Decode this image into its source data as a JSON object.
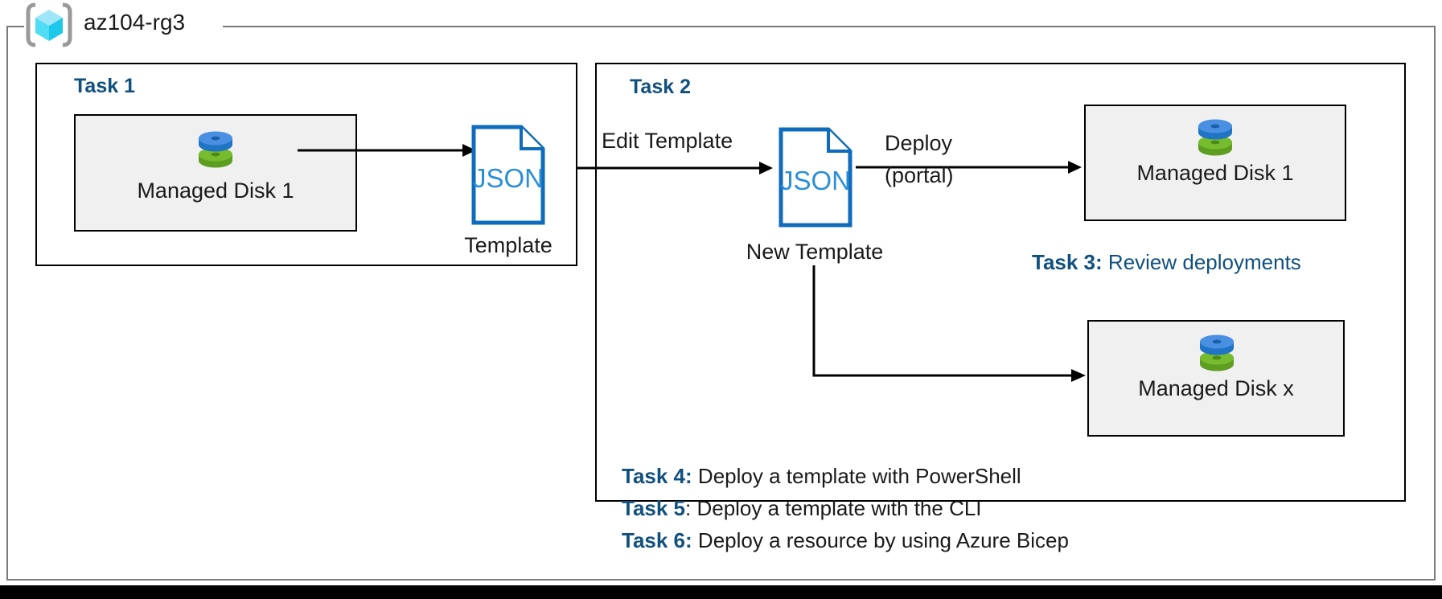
{
  "resource_group": {
    "name": "az104-rg3",
    "icon": "azure-resource-group-icon"
  },
  "groups": [
    {
      "id": "task1",
      "heading": "Task 1"
    },
    {
      "id": "task2",
      "heading": "Task 2"
    }
  ],
  "resources": [
    {
      "id": "disk1",
      "label": "Managed Disk 1",
      "icon": "managed-disk-icon"
    },
    {
      "id": "disk2",
      "label": "Managed Disk 1",
      "icon": "managed-disk-icon"
    },
    {
      "id": "disk3",
      "label": "Managed Disk x",
      "icon": "managed-disk-icon"
    }
  ],
  "documents": [
    {
      "id": "template",
      "doc_type": "JSON",
      "caption": "Template",
      "icon": "json-file-icon"
    },
    {
      "id": "new_template",
      "doc_type": "JSON",
      "caption": "New Template",
      "icon": "json-file-icon"
    }
  ],
  "connectors": {
    "disk_to_template": {
      "label": ""
    },
    "edit_template": {
      "label": "Edit Template"
    },
    "deploy": {
      "label_top": "Deploy",
      "label_bottom": "(portal)"
    },
    "new_template_to_disk_x": {
      "label": ""
    }
  },
  "notes": [
    {
      "id": "task3",
      "tag": "Task 3:",
      "text": " Review deployments",
      "body_color": "blue"
    },
    {
      "id": "task4",
      "tag": "Task 4:",
      "text": " Deploy a template with PowerShell",
      "body_color": "black"
    },
    {
      "id": "task5",
      "tag": "Task 5",
      "text": ": Deploy a template with the CLI",
      "body_color": "black"
    },
    {
      "id": "task6",
      "tag": "Task 6:",
      "text": " Deploy a resource by using Azure Bicep",
      "body_color": "black"
    }
  ],
  "colors": {
    "azure_blue": "#0f6cbd",
    "heading_blue": "#10507f",
    "disk_top": "#4a90e2",
    "disk_bottom": "#72ba2c",
    "resource_fill": "#f0f0f0",
    "outer_border": "#7a7a7a",
    "box_border": "#000000"
  }
}
